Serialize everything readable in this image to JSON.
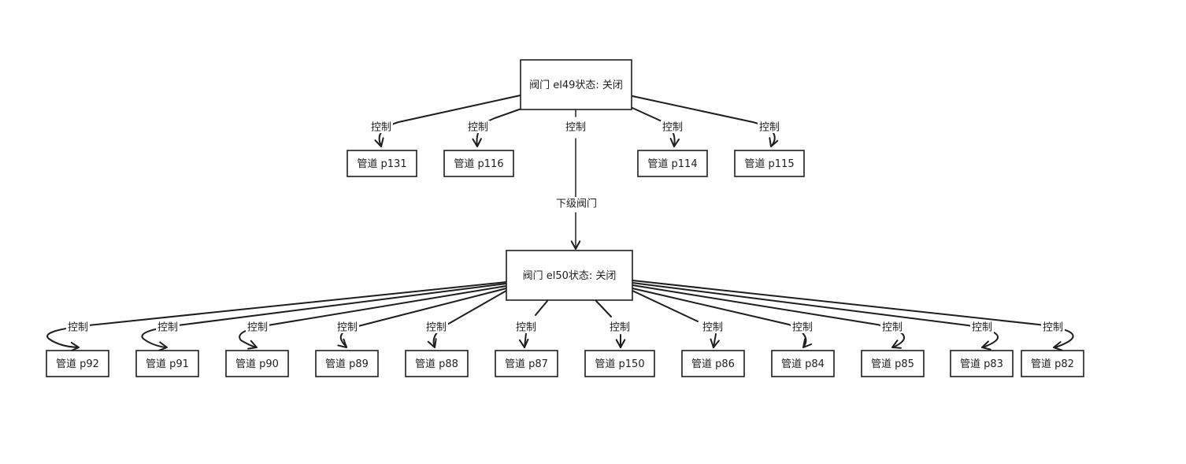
{
  "diagram": {
    "nodes": [
      {
        "id": "el49",
        "label": "阀门 el49状态: 关闭"
      },
      {
        "id": "el50",
        "label": "阀门 el50状态: 关闭"
      },
      {
        "id": "p131",
        "label": "管道 p131"
      },
      {
        "id": "p116",
        "label": "管道 p116"
      },
      {
        "id": "p114",
        "label": "管道 p114"
      },
      {
        "id": "p115",
        "label": "管道 p115"
      },
      {
        "id": "p92",
        "label": "管道 p92"
      },
      {
        "id": "p91",
        "label": "管道 p91"
      },
      {
        "id": "p90",
        "label": "管道 p90"
      },
      {
        "id": "p89",
        "label": "管道 p89"
      },
      {
        "id": "p88",
        "label": "管道 p88"
      },
      {
        "id": "p87",
        "label": "管道 p87"
      },
      {
        "id": "p150",
        "label": "管道 p150"
      },
      {
        "id": "p86",
        "label": "管道 p86"
      },
      {
        "id": "p84",
        "label": "管道 p84"
      },
      {
        "id": "p85",
        "label": "管道 p85"
      },
      {
        "id": "p83",
        "label": "管道 p83"
      },
      {
        "id": "p82",
        "label": "管道 p82"
      }
    ],
    "edges": [
      {
        "from": "el49",
        "to": "p131",
        "label": "控制"
      },
      {
        "from": "el49",
        "to": "p116",
        "label": "控制"
      },
      {
        "from": "el49",
        "to": "el50",
        "label": "控制"
      },
      {
        "from": "el49",
        "to": "el50",
        "label": "下级阀门"
      },
      {
        "from": "el49",
        "to": "p114",
        "label": "控制"
      },
      {
        "from": "el49",
        "to": "p115",
        "label": "控制"
      },
      {
        "from": "el50",
        "to": "p92",
        "label": "控制"
      },
      {
        "from": "el50",
        "to": "p91",
        "label": "控制"
      },
      {
        "from": "el50",
        "to": "p90",
        "label": "控制"
      },
      {
        "from": "el50",
        "to": "p89",
        "label": "控制"
      },
      {
        "from": "el50",
        "to": "p88",
        "label": "控制"
      },
      {
        "from": "el50",
        "to": "p87",
        "label": "控制"
      },
      {
        "from": "el50",
        "to": "p150",
        "label": "控制"
      },
      {
        "from": "el50",
        "to": "p86",
        "label": "控制"
      },
      {
        "from": "el50",
        "to": "p84",
        "label": "控制"
      },
      {
        "from": "el50",
        "to": "p85",
        "label": "控制"
      },
      {
        "from": "el50",
        "to": "p83",
        "label": "控制"
      },
      {
        "from": "el50",
        "to": "p82",
        "label": "控制"
      }
    ]
  }
}
